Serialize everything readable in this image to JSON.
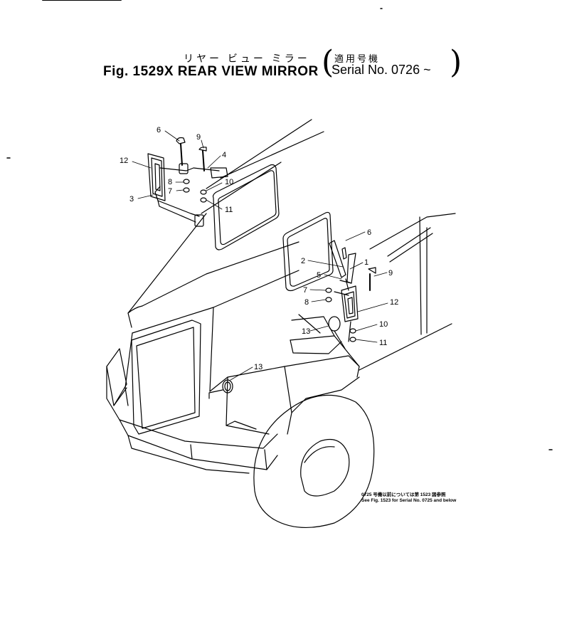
{
  "header": {
    "title_jp": "リヤー ビュー ミラー",
    "figure_title": "Fig. 1529X  REAR VIEW MIRROR",
    "applicability_jp": "適用号機",
    "serial": "Serial No. 0726 ~"
  },
  "callouts": {
    "left": [
      "6",
      "9",
      "4",
      "12",
      "8",
      "7",
      "10",
      "3",
      "11"
    ],
    "right": [
      "6",
      "2",
      "1",
      "5",
      "9",
      "7",
      "8",
      "12",
      "10",
      "13",
      "11",
      "13"
    ]
  },
  "notes": {
    "jp": "0725 号機以前については第 1523 図参照",
    "en": "See Fig. 1523 for Serial No. 0725 and below"
  }
}
